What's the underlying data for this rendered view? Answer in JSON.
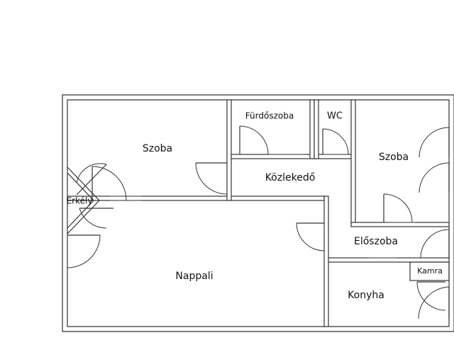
{
  "rooms": {
    "szoba_left": "Szoba",
    "furdoszoba": "Fürdőszoba",
    "wc": "WC",
    "szoba_right": "Szoba",
    "kozlekedo": "Közlekedő",
    "erkely": "Erkély",
    "eloszoba": "Előszoba",
    "nappali": "Nappali",
    "kamra": "Kamra",
    "konyha": "Konyha"
  }
}
